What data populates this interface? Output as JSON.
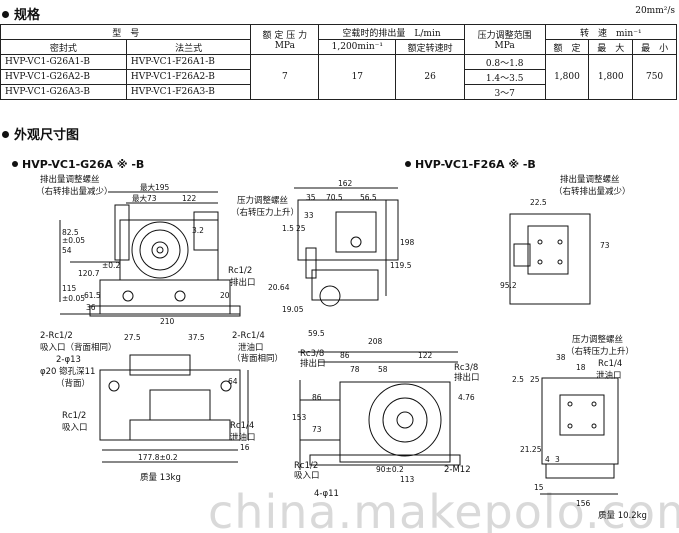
{
  "spec": {
    "title": "规格",
    "unit_note": "20mm²/s",
    "headers": {
      "model": "型　号",
      "closed": "密封式",
      "flange": "法兰式",
      "rated_pressure": "额 定 压 力",
      "rated_pressure_unit": "MPa",
      "no_load_flow": "空载时的排出量　L/min",
      "flow_1200": "1,200min⁻¹",
      "flow_rated": "额定转速时",
      "pressure_range": "压力调整范围",
      "pressure_range_unit": "MPa",
      "speed": "转　速　min⁻¹",
      "speed_rated": "额　定",
      "speed_max": "最　大",
      "speed_min": "最　小"
    },
    "rows": [
      {
        "closed": "HVP-VC1-G26A1-B",
        "flange": "HVP-VC1-F26A1-B",
        "range": "0.8～1.8"
      },
      {
        "closed": "HVP-VC1-G26A2-B",
        "flange": "HVP-VC1-F26A2-B",
        "range": "1.4～3.5"
      },
      {
        "closed": "HVP-VC1-G26A3-B",
        "flange": "HVP-VC1-F26A3-B",
        "range": "3～7"
      }
    ],
    "shared": {
      "pressure": "7",
      "flow_1200": "17",
      "flow_rated": "26",
      "speed_rated": "1,800",
      "speed_max": "1,800",
      "speed_min": "750"
    }
  },
  "outline": {
    "title": "外观尺寸图",
    "left_view": {
      "title": "HVP-VC1-G26A ※ -B",
      "labels": {
        "flow_screw": "排出量调整螺丝",
        "flow_screw_note": "（右转排出量减少）",
        "pressure_screw": "压力调整螺丝",
        "pressure_screw_note": "（右转压力上升）",
        "outlet_port": "Rc1/2",
        "outlet": "排出口",
        "inlet_port_2": "2-Rc1/2",
        "inlet_2": "吸入口（背面相同）",
        "drain_port_2": "2-Rc1/4",
        "drain_2": "泄油口",
        "drain_2_note": "（背面相同）",
        "hole": "2-φ13",
        "counterbore": "φ20 锪孔深11",
        "counterbore_note": "（背面）",
        "inlet_port": "Rc1/2",
        "inlet": "吸入口",
        "drain_port": "Rc1/4",
        "drain": "泄油口",
        "mass": "质量 13kg"
      },
      "dims": [
        "最大195",
        "最大73",
        "122",
        "3.2",
        "82.5",
        "54",
        "±0.05",
        "120.7",
        "±0.2",
        "115",
        "±0.05",
        "61.5",
        "36",
        "20",
        "27.5",
        "210",
        "37.5",
        "64",
        "177.8±0.2",
        "16"
      ]
    },
    "right_view": {
      "title": "HVP-VC1-F26A ※ -B",
      "labels": {
        "flow_screw": "排出量调整螺丝",
        "flow_screw_note": "（右转排出量减少）",
        "pressure_screw": "压力调整螺丝",
        "pressure_screw_note": "（右转压力上升）",
        "outlet_port_a": "Rc3/8",
        "outlet_a": "排出口",
        "outlet_port_b": "Rc3/8",
        "outlet_b": "排出口",
        "drain_port": "Rc1/4",
        "drain": "泄油口",
        "inlet_port": "Rc1/2",
        "inlet": "吸入口",
        "bolt": "2-M12",
        "holes": "4-φ11",
        "mass": "质量 10.2kg"
      },
      "dims": [
        "162",
        "35",
        "70.5",
        "56.5",
        "33",
        "1.5",
        "25",
        "198",
        "119.5",
        "20.64",
        "19.05",
        "59.5",
        "208",
        "86",
        "122",
        "78",
        "58",
        "153",
        "86",
        "73",
        "90±0.2",
        "113",
        "4.76",
        "22.5",
        "95.2",
        "73",
        "38",
        "18",
        "2.5",
        "25",
        "21.25",
        "15",
        "156",
        "4",
        "3"
      ]
    }
  },
  "watermark": "china.makepolo.com"
}
